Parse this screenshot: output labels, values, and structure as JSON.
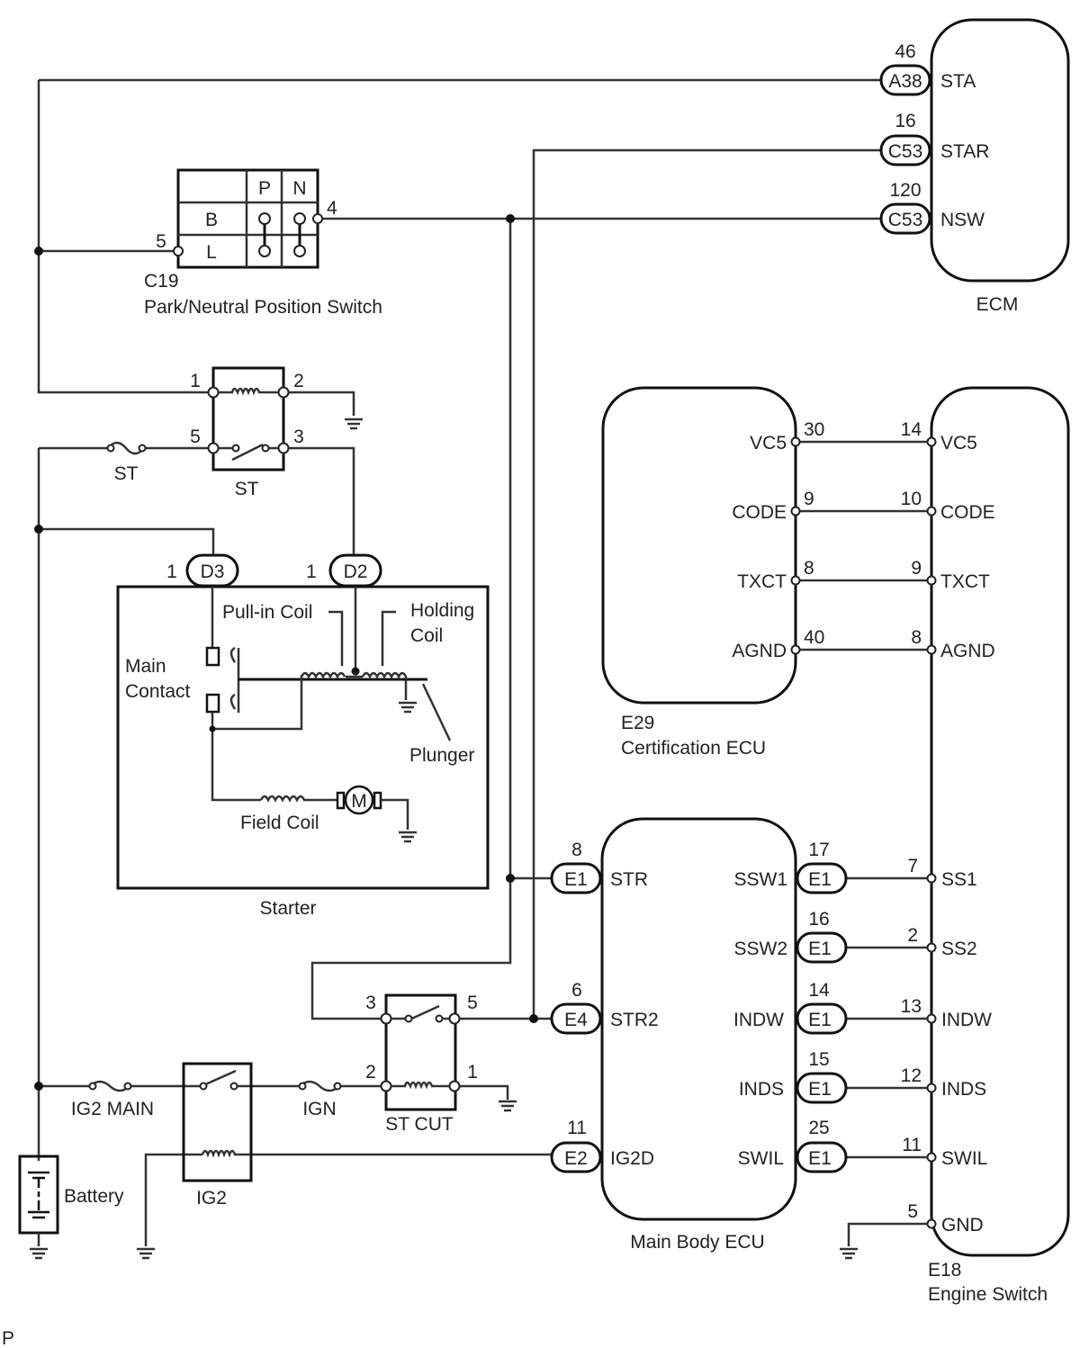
{
  "diagram": {
    "ecm": {
      "name": "ECM",
      "pins": [
        {
          "connector": "A38",
          "pin": "46",
          "signal": "STA"
        },
        {
          "connector": "C53",
          "pin": "16",
          "signal": "STAR"
        },
        {
          "connector": "C53",
          "pin": "120",
          "signal": "NSW"
        }
      ]
    },
    "pnp_switch": {
      "code": "C19",
      "name": "Park/Neutral Position Switch",
      "header_p": "P",
      "header_n": "N",
      "row_b": "B",
      "row_l": "L",
      "pin_left": "5",
      "pin_right": "4"
    },
    "st_relay": {
      "name": "ST",
      "fuse": "ST",
      "pins": [
        "1",
        "2",
        "5",
        "3"
      ]
    },
    "starter": {
      "name": "Starter",
      "connectors": [
        {
          "pin": "1",
          "connector": "D3"
        },
        {
          "pin": "1",
          "connector": "D2"
        }
      ],
      "labels": {
        "pull_in_coil": "Pull-in Coil",
        "holding_coil_1": "Holding",
        "holding_coil_2": "Coil",
        "main_contact_1": "Main",
        "main_contact_2": "Contact",
        "plunger": "Plunger",
        "field_coil": "Field Coil",
        "motor": "M"
      }
    },
    "certification_ecu": {
      "code": "E29",
      "name": "Certification ECU",
      "pins": [
        {
          "signal": "VC5",
          "pin": "30",
          "switch_pin": "14"
        },
        {
          "signal": "CODE",
          "pin": "9",
          "switch_pin": "10"
        },
        {
          "signal": "TXCT",
          "pin": "8",
          "switch_pin": "9"
        },
        {
          "signal": "AGND",
          "pin": "40",
          "switch_pin": "8"
        }
      ]
    },
    "main_body_ecu": {
      "name": "Main Body ECU",
      "left_pins": [
        {
          "connector": "E1",
          "pin": "8",
          "signal": "STR"
        },
        {
          "connector": "E4",
          "pin": "6",
          "signal": "STR2"
        },
        {
          "connector": "E2",
          "pin": "11",
          "signal": "IG2D"
        }
      ],
      "right_pins": [
        {
          "connector": "E1",
          "pin": "17",
          "signal": "SSW1",
          "switch_pin": "7",
          "switch_signal": "SS1"
        },
        {
          "connector": "E1",
          "pin": "16",
          "signal": "SSW2",
          "switch_pin": "2",
          "switch_signal": "SS2"
        },
        {
          "connector": "E1",
          "pin": "14",
          "signal": "INDW",
          "switch_pin": "13",
          "switch_signal": "INDW"
        },
        {
          "connector": "E1",
          "pin": "15",
          "signal": "INDS",
          "switch_pin": "12",
          "switch_signal": "INDS"
        },
        {
          "connector": "E1",
          "pin": "25",
          "signal": "SWIL",
          "switch_pin": "11",
          "switch_signal": "SWIL"
        }
      ]
    },
    "engine_switch": {
      "code": "E18",
      "name": "Engine Switch",
      "gnd_pin": "5",
      "gnd_signal": "GND"
    },
    "st_cut_relay": {
      "name": "ST CUT",
      "pins": [
        "3",
        "5",
        "2",
        "1"
      ]
    },
    "ig2_relay": {
      "name": "IG2"
    },
    "fuses": {
      "ig2_main": "IG2 MAIN",
      "ign": "IGN"
    },
    "battery": {
      "name": "Battery"
    },
    "footer_mark": "P"
  }
}
